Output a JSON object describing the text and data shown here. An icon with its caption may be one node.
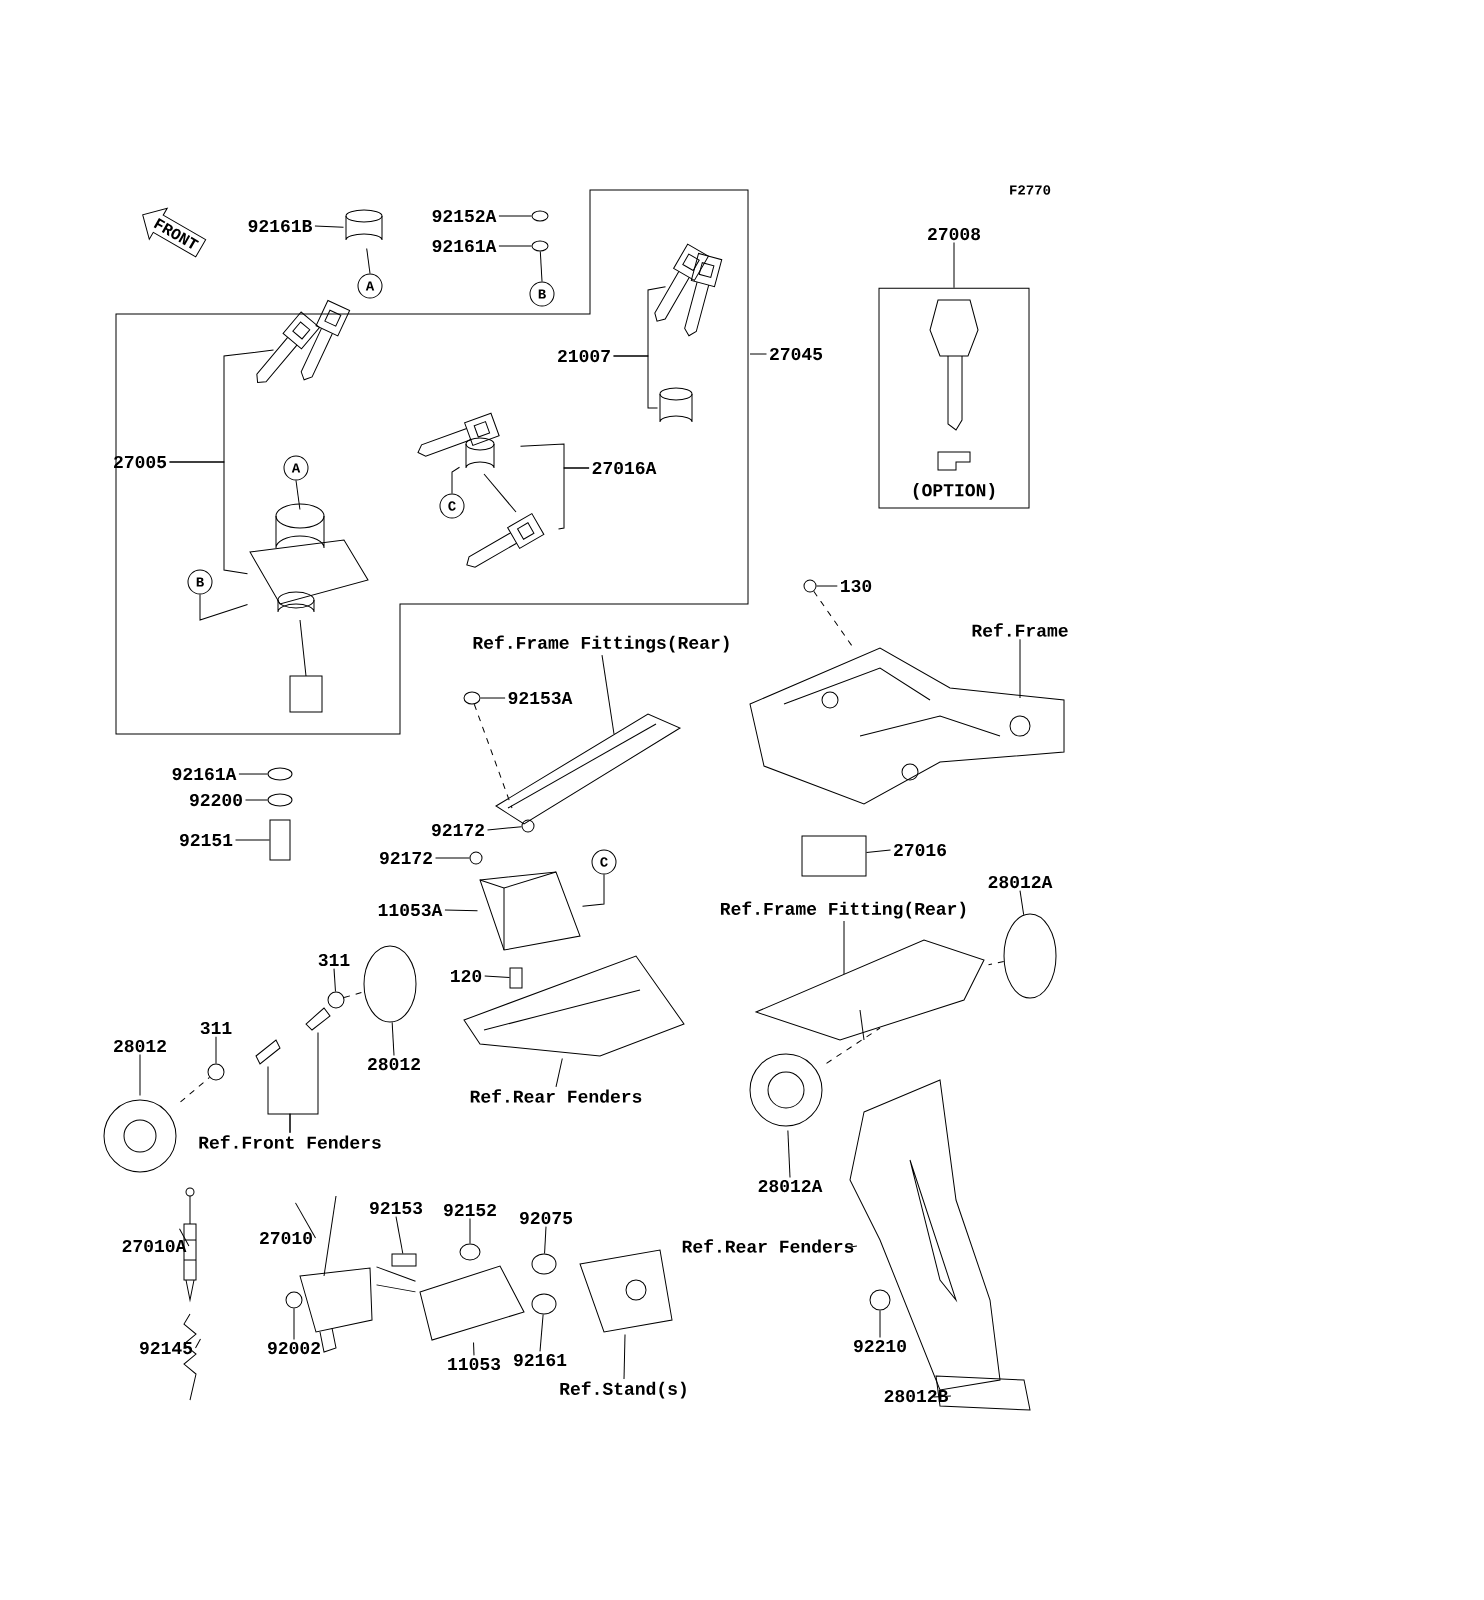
{
  "diagram": {
    "nodes": [
      {
        "text": [
          "FRONT"
        ]
      },
      {
        "text": [
          "92161B"
        ]
      },
      {
        "text": [
          "92152A"
        ]
      },
      {
        "text": [
          "92161A"
        ]
      },
      {
        "text": [
          "A"
        ]
      },
      {
        "text": [
          "B"
        ]
      },
      {
        "text": [
          "27005"
        ]
      },
      {
        "text": [
          "A"
        ]
      },
      {
        "text": [
          "B"
        ]
      },
      {
        "text": [
          "21007"
        ]
      },
      {
        "text": [
          "27045"
        ]
      },
      {
        "text": [
          "27016A"
        ]
      },
      {
        "text": [
          "C"
        ]
      },
      {
        "text": [
          "27008"
        ]
      },
      {
        "text": [
          "(OPTION)"
        ]
      },
      {
        "text": [
          "Ref.Frame Fittings(Rear)"
        ]
      },
      {
        "text": [
          "92153A"
        ]
      },
      {
        "text": [
          "92161A"
        ]
      },
      {
        "text": [
          "92200"
        ]
      },
      {
        "text": [
          "92151"
        ]
      },
      {
        "text": [
          "92172"
        ]
      },
      {
        "text": [
          "92172"
        ]
      },
      {
        "text": [
          "11053A"
        ]
      },
      {
        "text": [
          "C"
        ]
      },
      {
        "text": [
          "120"
        ]
      },
      {
        "text": [
          "311"
        ]
      },
      {
        "text": [
          "311"
        ]
      },
      {
        "text": [
          "28012"
        ]
      },
      {
        "text": [
          "28012"
        ]
      },
      {
        "text": [
          "Ref.Rear Fenders"
        ]
      },
      {
        "text": [
          "Ref.Front Fenders"
        ]
      },
      {
        "text": [
          "Ref.Frame"
        ]
      },
      {
        "text": [
          "130"
        ]
      },
      {
        "text": [
          "27016"
        ]
      },
      {
        "text": [
          "Ref.Frame Fitting(Rear)"
        ]
      },
      {
        "text": [
          "28012A"
        ]
      },
      {
        "text": [
          "28012A"
        ]
      },
      {
        "text": [
          "Ref.Rear Fenders"
        ]
      },
      {
        "text": [
          "92210"
        ]
      },
      {
        "text": [
          "28012B"
        ]
      },
      {
        "text": [
          "27010A"
        ]
      },
      {
        "text": [
          "27010"
        ]
      },
      {
        "text": [
          "92153"
        ]
      },
      {
        "text": [
          "92152"
        ]
      },
      {
        "text": [
          "92075"
        ]
      },
      {
        "text": [
          "92145"
        ]
      },
      {
        "text": [
          "92002"
        ]
      },
      {
        "text": [
          "11053"
        ]
      },
      {
        "text": [
          "92161"
        ]
      },
      {
        "text": [
          "Ref.Stand(s)"
        ]
      },
      {
        "text": [],
        "shape": "cylinder"
      },
      {
        "text": [],
        "shape": "circle"
      },
      {
        "text": [],
        "shape": "circle"
      },
      {
        "text": [],
        "shape": "picture"
      },
      {
        "text": [],
        "shape": "picture"
      },
      {
        "text": [],
        "shape": "picture"
      },
      {
        "text": [],
        "shape": "cylinder"
      },
      {
        "text": [],
        "shape": "picture"
      },
      {
        "text": [],
        "shape": "picture"
      },
      {
        "text": [],
        "shape": "picture"
      },
      {
        "text": [],
        "shape": "circle"
      },
      {
        "text": [],
        "shape": "circle"
      },
      {
        "text": [],
        "shape": "circle"
      },
      {
        "text": [],
        "shape": "box"
      },
      {
        "text": [],
        "shape": "circle"
      },
      {
        "text": [],
        "shape": "circle"
      },
      {
        "text": [],
        "shape": "picture"
      },
      {
        "text": [],
        "shape": "box"
      },
      {
        "text": [],
        "shape": "circle"
      },
      {
        "text": [],
        "shape": "circle"
      },
      {
        "text": [],
        "shape": "picture"
      },
      {
        "text": [],
        "shape": "circle"
      },
      {
        "text": [],
        "shape": "picture"
      },
      {
        "text": [],
        "shape": "picture"
      },
      {
        "text": [],
        "shape": "picture"
      },
      {
        "text": [],
        "shape": "picture"
      },
      {
        "text": [],
        "shape": "circle"
      },
      {
        "text": [],
        "shape": "box"
      },
      {
        "text": [],
        "shape": "picture"
      },
      {
        "text": [],
        "shape": "circle"
      },
      {
        "text": [],
        "shape": "picture"
      },
      {
        "text": [],
        "shape": "picture"
      },
      {
        "text": [],
        "shape": "circle"
      },
      {
        "text": [],
        "shape": "picture"
      },
      {
        "text": [],
        "shape": "picture"
      },
      {
        "text": [],
        "shape": "picture"
      },
      {
        "text": [],
        "shape": "box"
      },
      {
        "text": [],
        "shape": "circle"
      },
      {
        "text": [],
        "shape": "circle"
      },
      {
        "text": [],
        "shape": "picture"
      },
      {
        "text": [],
        "shape": "circle"
      },
      {
        "text": [],
        "shape": "picture"
      },
      {
        "text": [],
        "shape": "circle"
      },
      {
        "text": [],
        "shape": "picture"
      }
    ],
    "edges": [
      {
        "from": 1,
        "to": 50,
        "arrow": "none"
      },
      {
        "from": 2,
        "to": 51,
        "arrow": "none"
      },
      {
        "from": 3,
        "to": 52,
        "arrow": "none"
      },
      {
        "from": 4,
        "to": 50,
        "arrow": "none"
      },
      {
        "from": 5,
        "to": 52,
        "arrow": "none"
      },
      {
        "from": 6,
        "to": 53,
        "arrow": "none"
      },
      {
        "from": 6,
        "to": 54,
        "arrow": "none"
      },
      {
        "from": 7,
        "to": 54,
        "arrow": "none"
      },
      {
        "from": 8,
        "to": 54,
        "arrow": "none"
      },
      {
        "from": 9,
        "to": 55,
        "arrow": "none"
      },
      {
        "from": 9,
        "to": 56,
        "arrow": "none"
      },
      {
        "from": 10,
        "to": null,
        "arrow": "none"
      },
      {
        "from": 11,
        "to": 57,
        "arrow": "none"
      },
      {
        "from": 11,
        "to": 58,
        "arrow": "none"
      },
      {
        "from": 12,
        "to": 57,
        "arrow": "none"
      },
      {
        "from": 13,
        "to": 14,
        "arrow": "none"
      },
      {
        "from": 15,
        "to": 59,
        "arrow": "none"
      },
      {
        "from": 16,
        "to": 60,
        "arrow": "none"
      },
      {
        "from": 17,
        "to": 61,
        "arrow": "none"
      },
      {
        "from": 18,
        "to": 62,
        "arrow": "none"
      },
      {
        "from": 19,
        "to": 63,
        "arrow": "none"
      },
      {
        "from": 20,
        "to": 64,
        "arrow": "none"
      },
      {
        "from": 21,
        "to": 65,
        "arrow": "none"
      },
      {
        "from": 22,
        "to": 66,
        "arrow": "none"
      },
      {
        "from": 23,
        "to": 66,
        "arrow": "none"
      },
      {
        "from": 24,
        "to": 67,
        "arrow": "none"
      },
      {
        "from": 25,
        "to": 68,
        "arrow": "none"
      },
      {
        "from": 26,
        "to": 69,
        "arrow": "none"
      },
      {
        "from": 27,
        "to": 70,
        "arrow": "none"
      },
      {
        "from": 28,
        "to": 71,
        "arrow": "none"
      },
      {
        "from": 29,
        "to": 72,
        "arrow": "none"
      },
      {
        "from": 30,
        "to": 73,
        "arrow": "none"
      },
      {
        "from": 30,
        "to": 74,
        "arrow": "none"
      },
      {
        "from": 31,
        "to": 75,
        "arrow": "none"
      },
      {
        "from": 32,
        "to": 76,
        "arrow": "none"
      },
      {
        "from": 33,
        "to": 77,
        "arrow": "none"
      },
      {
        "from": 34,
        "to": 78,
        "arrow": "none"
      },
      {
        "from": 35,
        "to": 79,
        "arrow": "none"
      },
      {
        "from": 36,
        "to": 80,
        "arrow": "none"
      },
      {
        "from": 37,
        "to": 81,
        "arrow": "none"
      },
      {
        "from": 38,
        "to": 82,
        "arrow": "none"
      },
      {
        "from": 39,
        "to": 83,
        "arrow": "none"
      },
      {
        "from": 40,
        "to": 84,
        "arrow": "none"
      },
      {
        "from": 41,
        "to": 85,
        "arrow": "none"
      },
      {
        "from": 42,
        "to": 86,
        "arrow": "none"
      },
      {
        "from": 43,
        "to": 87,
        "arrow": "none"
      },
      {
        "from": 44,
        "to": 88,
        "arrow": "none"
      },
      {
        "from": 45,
        "to": 89,
        "arrow": "none"
      },
      {
        "from": 46,
        "to": 90,
        "arrow": "none"
      },
      {
        "from": 47,
        "to": 91,
        "arrow": "none"
      },
      {
        "from": 48,
        "to": 92,
        "arrow": "none"
      },
      {
        "from": 49,
        "to": 93,
        "arrow": "none"
      },
      {
        "from": 60,
        "to": 59,
        "arrow": "none",
        "style": "dashed"
      },
      {
        "from": 76,
        "to": 75,
        "arrow": "none",
        "style": "dashed"
      },
      {
        "from": 70,
        "to": 69,
        "arrow": "none",
        "style": "dashed"
      },
      {
        "from": 68,
        "to": 71,
        "arrow": "none",
        "style": "dashed"
      },
      {
        "from": 79,
        "to": 78,
        "arrow": "none",
        "style": "dashed"
      },
      {
        "from": 80,
        "to": 78,
        "arrow": "none",
        "style": "dashed"
      },
      {
        "from": 85,
        "to": 91,
        "arrow": "none"
      },
      {
        "from": 85,
        "to": 91,
        "arrow": "none"
      }
    ],
    "labels": [
      "F2770"
    ]
  }
}
